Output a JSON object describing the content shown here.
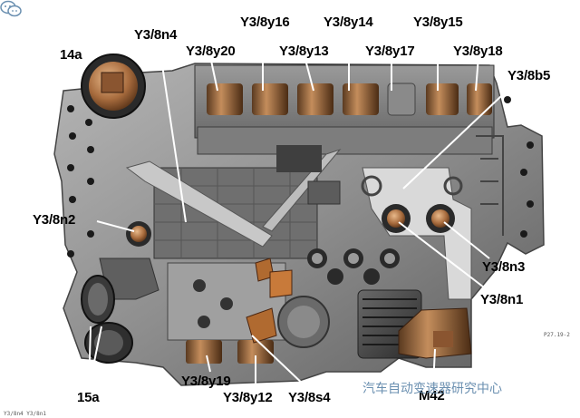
{
  "labels": {
    "l14a": "14a",
    "y3_8n4": "Y3/8n4",
    "y3_8y16": "Y3/8y16",
    "y3_8y14": "Y3/8y14",
    "y3_8y15": "Y3/8y15",
    "y3_8y20": "Y3/8y20",
    "y3_8y13": "Y3/8y13",
    "y3_8y17": "Y3/8y17",
    "y3_8y18": "Y3/8y18",
    "y3_8b5": "Y3/8b5",
    "y3_8n2": "Y3/8n2",
    "y3_8n3": "Y3/8n3",
    "y3_8n1": "Y3/8n1",
    "l15a": "15a",
    "y3_8y19": "Y3/8y19",
    "y3_8y12": "Y3/8y12",
    "y3_8s4": "Y3/8s4",
    "m42": "M42"
  },
  "watermark": "汽车自动变速器研究中心",
  "footer": {
    "left": "Y3/8n4 Y3/8n1",
    "right": "P27.19-2"
  },
  "colors": {
    "housing": "#8a8a8a",
    "housing_dark": "#3a3a3a",
    "solenoid": "#b07850",
    "leader_line": "#ffffff"
  }
}
